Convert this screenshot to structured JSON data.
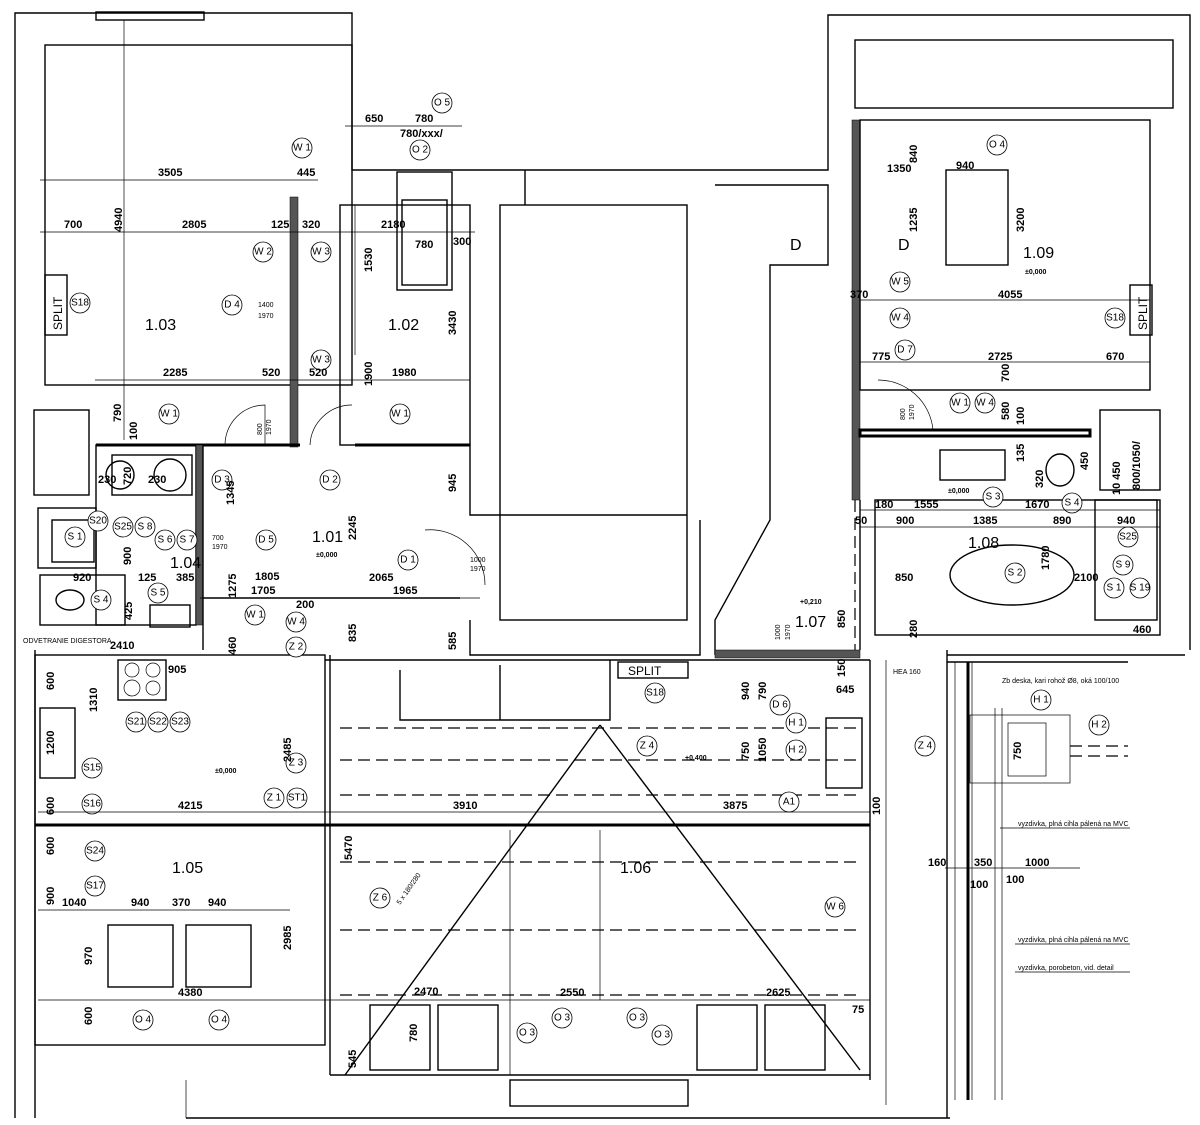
{
  "rooms": {
    "r101": "1.01",
    "r102": "1.02",
    "r103": "1.03",
    "r104": "1.04",
    "r105": "1.05",
    "r106": "1.06",
    "r107": "1.07",
    "r108": "1.08",
    "r109": "1.09"
  },
  "levels": {
    "zero": "±0,000",
    "p210": "+0,210",
    "p400": "+0,400"
  },
  "split": "SPLIT",
  "door_marker": "D",
  "notes": {
    "hood": "ODVETRANIE DIGESTORA",
    "hea": "HEA 160",
    "slab": "Zb deska, kari rohož Ø8, oká 100/100",
    "brick1": "vyzdivka, plná cihla pálená na MVC",
    "brick2": "vyzdivka, plná cihla pálená na MVC",
    "aerated": "vyzdivka, porobeton, vid. detail",
    "stair": "5 x 180/280"
  },
  "doors": {
    "d4a": "1400",
    "d4b": "1970",
    "d3a": "800",
    "d3b": "1970",
    "d5a": "700",
    "d5b": "1970",
    "d1a": "1000",
    "d1b": "1970",
    "d6a": "1000",
    "d6b": "1970",
    "d7a": "800",
    "d7b": "1970"
  },
  "tags": {
    "O5": "O 5",
    "O2": "O 2",
    "O4": "O 4",
    "O3": "O 3",
    "W1": "W 1",
    "W2": "W 2",
    "W3": "W 3",
    "W4": "W 4",
    "W5": "W 5",
    "W6": "W 6",
    "D1": "D 1",
    "D2": "D 2",
    "D3": "D 3",
    "D4": "D 4",
    "D5": "D 5",
    "D6": "D 6",
    "D7": "D 7",
    "Z1": "Z 1",
    "Z2": "Z 2",
    "Z3": "Z 3",
    "Z4": "Z 4",
    "Z6": "Z 6",
    "ST1": "ST1",
    "H1": "H 1",
    "H2": "H 2",
    "A1": "A1",
    "S1": "S 1",
    "S2": "S 2",
    "S3": "S 3",
    "S4": "S 4",
    "S5": "S 5",
    "S6": "S 6",
    "S7": "S 7",
    "S8": "S 8",
    "S9": "S 9",
    "S15": "S15",
    "S16": "S16",
    "S17": "S17",
    "S18": "S18",
    "S19": "S 19",
    "S20": "S20",
    "S21": "S21",
    "S22": "S22",
    "S23": "S23",
    "S24": "S24",
    "S25": "S25"
  },
  "dims": [
    "650",
    "780",
    "780/xxx/",
    "3505",
    "445",
    "4940",
    "700",
    "2805",
    "125",
    "320",
    "2180",
    "780",
    "300",
    "1530",
    "3430",
    "2285",
    "520",
    "520",
    "1900",
    "1980",
    "790",
    "100",
    "1345",
    "945",
    "2245",
    "1805",
    "2065",
    "1705",
    "1965",
    "1275",
    "920",
    "385",
    "125",
    "425",
    "460",
    "200",
    "835",
    "585",
    "2410",
    "905",
    "600",
    "1310",
    "1200",
    "2485",
    "4215",
    "3910",
    "3875",
    "600",
    "5470",
    "600",
    "900",
    "1040",
    "940",
    "370",
    "940",
    "2985",
    "970",
    "4380",
    "600",
    "2470",
    "2550",
    "2625",
    "75",
    "780",
    "545",
    "940",
    "790",
    "645",
    "750",
    "1050",
    "850",
    "150",
    "100",
    "1350",
    "940",
    "840",
    "1235",
    "3200",
    "370",
    "4055",
    "775",
    "2725",
    "670",
    "700",
    "580",
    "100",
    "135",
    "320",
    "450",
    "10 450",
    "800/1050/",
    "180",
    "1555",
    "1670",
    "50",
    "900",
    "1385",
    "890",
    "940",
    "1780",
    "850",
    "2100",
    "280",
    "460",
    "160",
    "350",
    "1000",
    "100",
    "100",
    "750",
    "230",
    "720",
    "230",
    "900"
  ]
}
